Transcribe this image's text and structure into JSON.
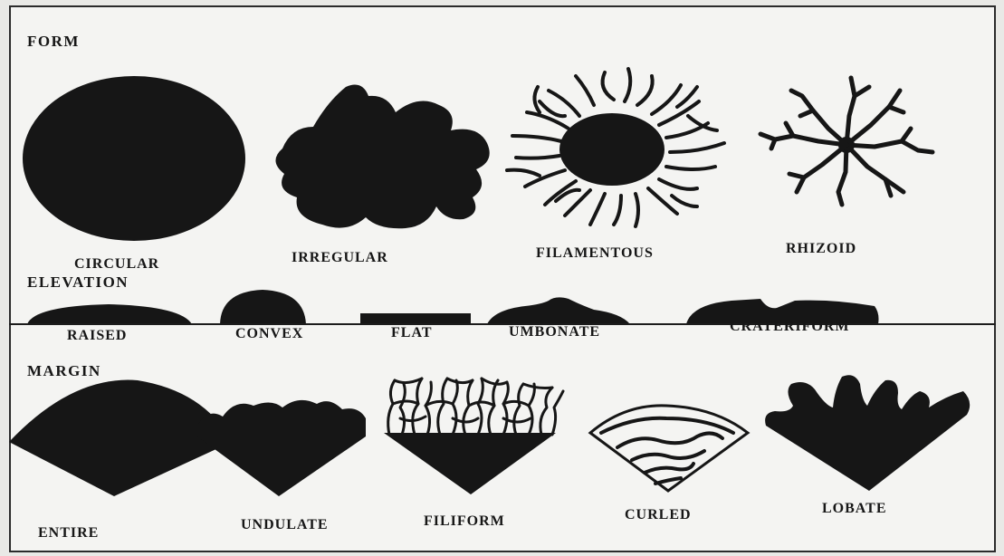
{
  "sections": {
    "form": {
      "title": "FORM",
      "items": [
        {
          "key": "circular",
          "label": "CIRCULAR"
        },
        {
          "key": "irregular",
          "label": "IRREGULAR"
        },
        {
          "key": "filamentous",
          "label": "FILAMENTOUS"
        },
        {
          "key": "rhizoid",
          "label": "RHIZOID"
        }
      ]
    },
    "elevation": {
      "title": "ELEVATION",
      "items": [
        {
          "key": "raised",
          "label": "RAISED"
        },
        {
          "key": "convex",
          "label": "CONVEX"
        },
        {
          "key": "flat",
          "label": "FLAT"
        },
        {
          "key": "umbonate",
          "label": "UMBONATE"
        },
        {
          "key": "crateriform",
          "label": "CRATERIFORM"
        }
      ]
    },
    "margin": {
      "title": "MARGIN",
      "items": [
        {
          "key": "entire",
          "label": "ENTIRE"
        },
        {
          "key": "undulate",
          "label": "UNDULATE"
        },
        {
          "key": "filiform",
          "label": "FILIFORM"
        },
        {
          "key": "curled",
          "label": "CURLED"
        },
        {
          "key": "lobate",
          "label": "LOBATE"
        }
      ]
    }
  },
  "colors": {
    "ink": "#161616",
    "paper": "#f4f4f2",
    "background": "#e9e9e6"
  }
}
